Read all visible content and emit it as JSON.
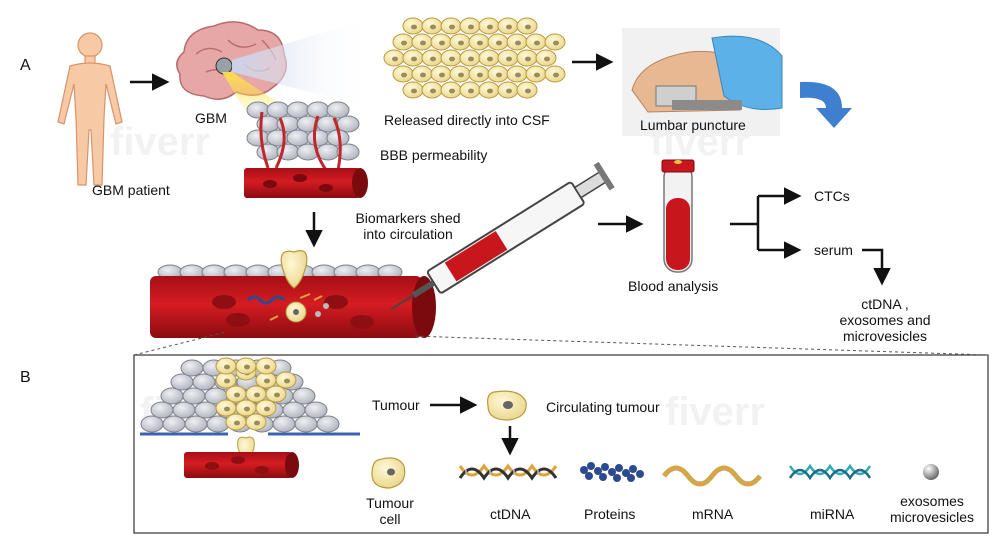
{
  "panel_a": {
    "letter": "A",
    "gbm_patient": "GBM patient",
    "gbm": "GBM",
    "released_csf": "Released directly into CSF",
    "lumbar_puncture": "Lumbar puncture",
    "bbb_permeability": "BBB permeability",
    "biomarkers_line1": "Biomarkers shed",
    "biomarkers_line2": "into circulation",
    "blood_analysis": "Blood analysis",
    "ctcs": "CTCs",
    "serum": "serum",
    "ctdna_line1": "ctDNA ,",
    "ctdna_line2": "exosomes and",
    "ctdna_line3": "microvesicles"
  },
  "panel_b": {
    "letter": "B",
    "tumour_arrow_label": "Tumour",
    "circulating_tumour": "Circulating tumour",
    "tumour_cell_line1": "Tumour",
    "tumour_cell_line2": "cell",
    "ctdna": "ctDNA",
    "proteins": "Proteins",
    "mrna": "mRNA",
    "mirna": "miRNA",
    "exosomes_line1": "exosomes",
    "exosomes_line2": "microvesicles"
  },
  "watermark": "fiverr",
  "colors": {
    "vessel_red": "#c8161d",
    "vessel_dark": "#8f0e12",
    "tumour_cell": "#f3e6a6",
    "tumour_outline": "#b89a3c",
    "normal_cell": "#c9ccd3",
    "arrow_blue": "#3f7fd0",
    "skin": "#f7c9a4",
    "brain_pink": "#e7a7a7",
    "drape_blue": "#5cb2e8",
    "dna_gold": "#e0a23a",
    "mirna_teal": "#33a9b8",
    "protein_navy": "#2b4a8f"
  }
}
